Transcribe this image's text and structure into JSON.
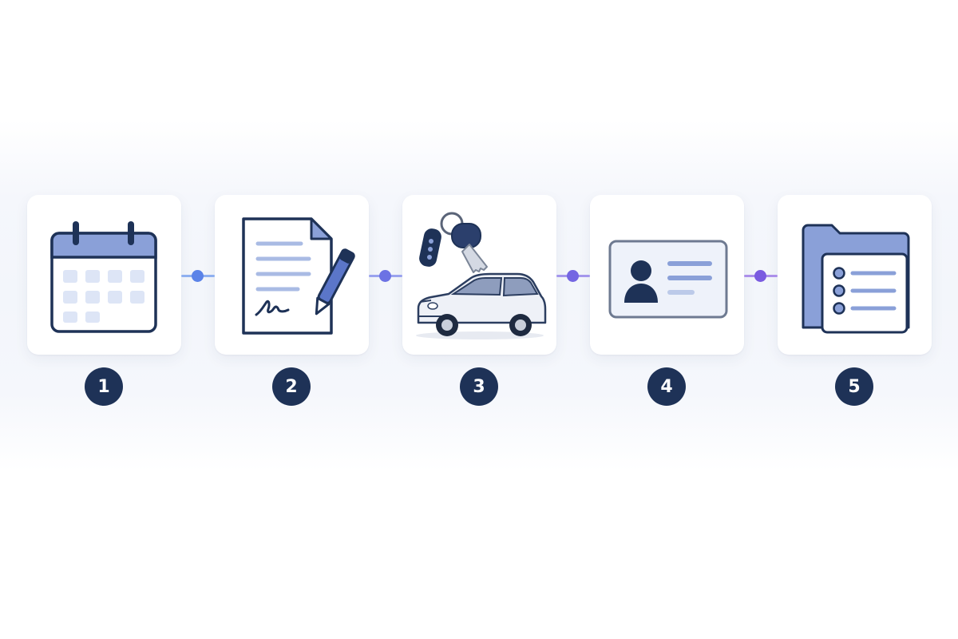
{
  "steps": [
    {
      "number": "1",
      "icon": "calendar-icon"
    },
    {
      "number": "2",
      "icon": "signed-document-icon"
    },
    {
      "number": "3",
      "icon": "car-keys-icon"
    },
    {
      "number": "4",
      "icon": "id-card-icon"
    },
    {
      "number": "5",
      "icon": "folder-list-icon"
    }
  ],
  "colors": {
    "navy": "#1e3257",
    "accent_blue": "#5b83e8",
    "accent_violet": "#7a5be0",
    "icon_fill": "#8aa0d8",
    "icon_light": "#dde5f6"
  }
}
